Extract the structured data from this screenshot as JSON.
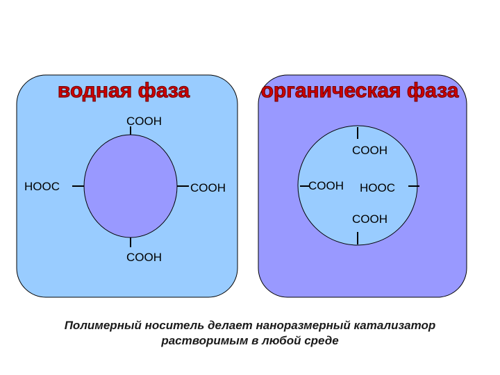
{
  "panels": {
    "water": {
      "title": "водная фаза",
      "fill": "#99ccff",
      "title_color": "#cc0000"
    },
    "organic": {
      "title": "органическая фаза",
      "fill": "#9999ff",
      "title_color": "#cc0000"
    }
  },
  "particles": {
    "water": {
      "fill": "#9999ff",
      "labels": {
        "top": "COOH",
        "left": "HOOC",
        "right": "COOH",
        "bottom": "COOH"
      }
    },
    "organic": {
      "fill": "#99ccff",
      "labels": {
        "top": "COOH",
        "left": "COOH",
        "right": "HOOC",
        "bottom": "COOH"
      }
    }
  },
  "caption": {
    "line1": "Полимерный носитель делает наноразмерный катализатор",
    "line2": "растворимым в любой среде"
  }
}
